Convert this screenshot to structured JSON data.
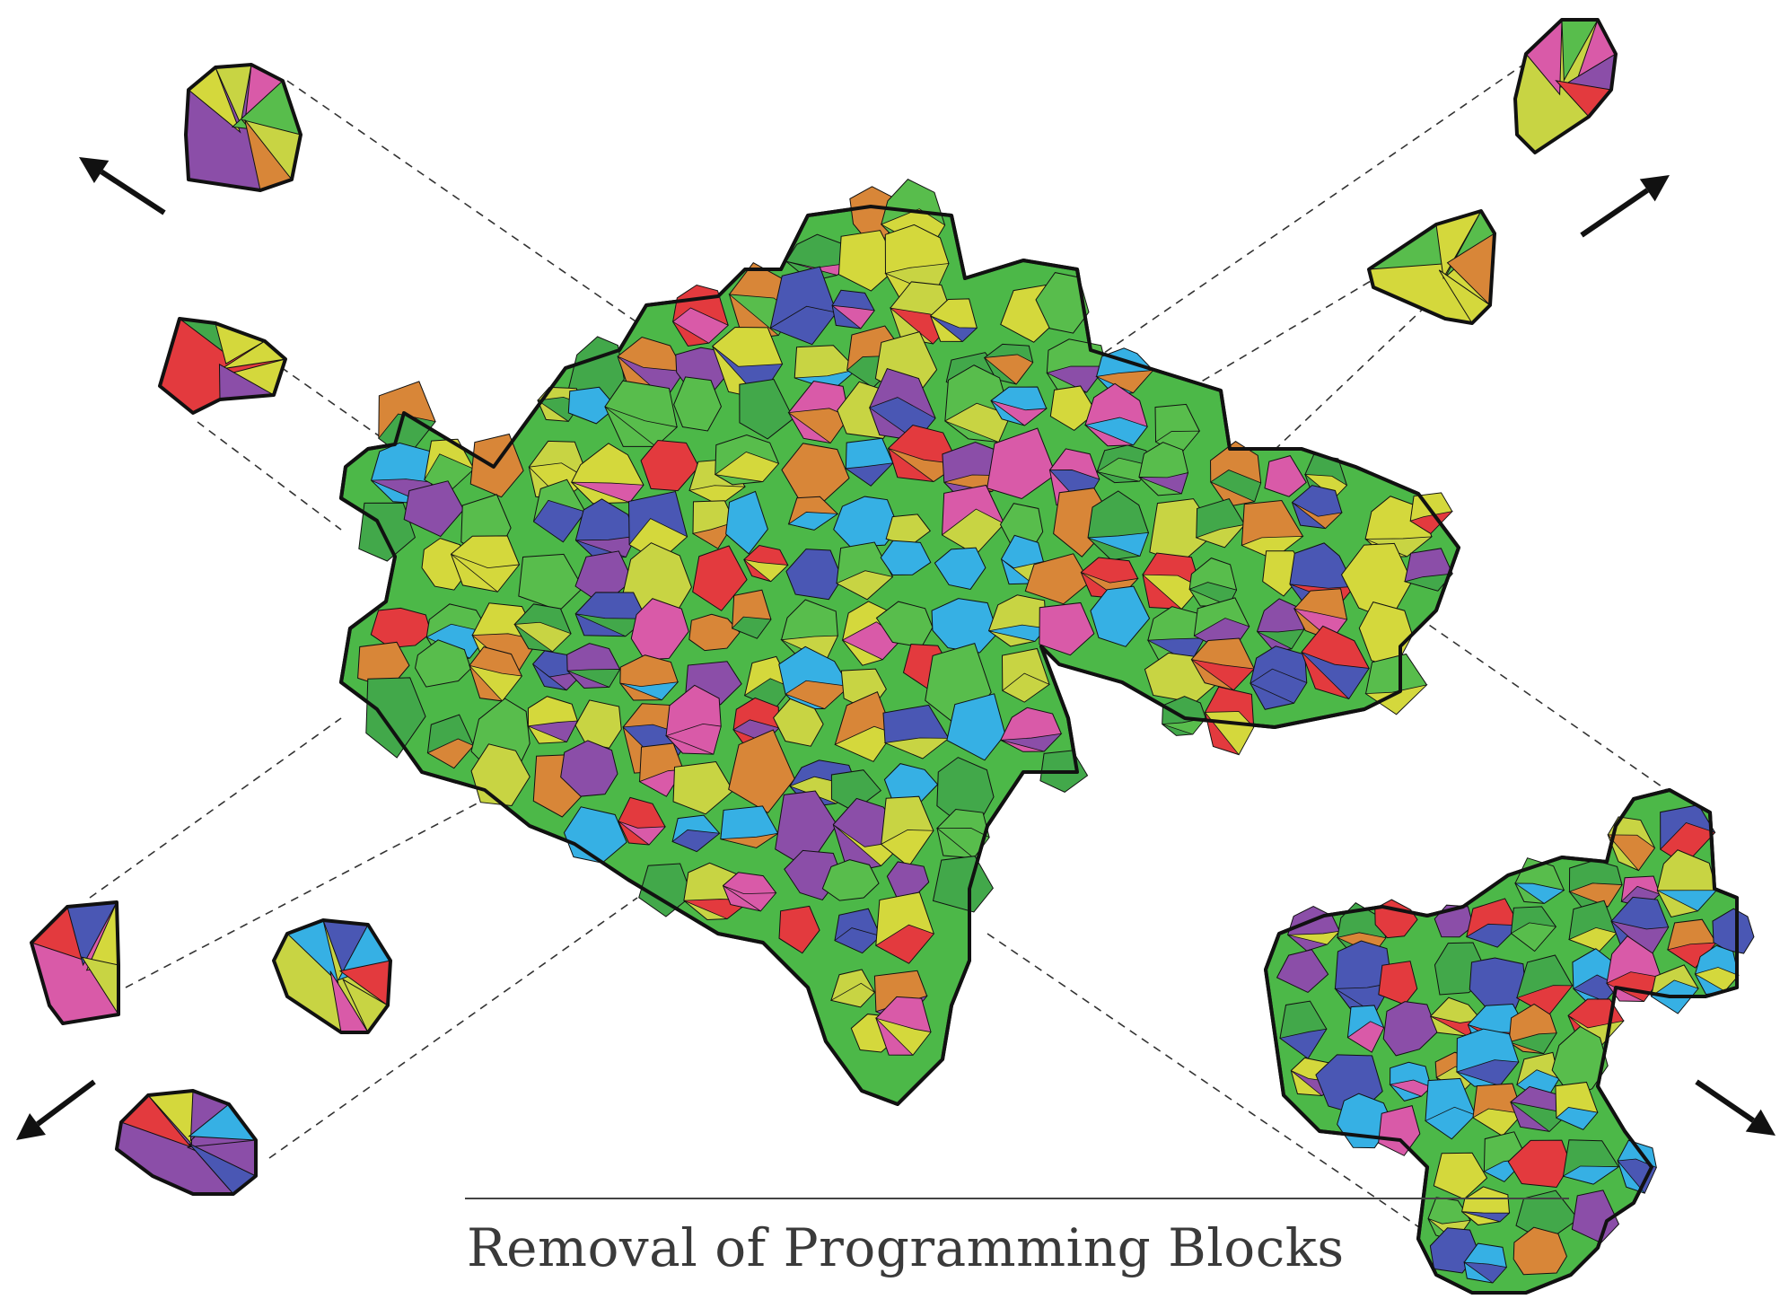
{
  "caption": "Removal of Programming Blocks",
  "palette": [
    "#e33a3e",
    "#d95aa8",
    "#42a84a",
    "#36b0e4",
    "#4a57b4",
    "#8b4ea8",
    "#d4d83c",
    "#d88638",
    "#58bd4c",
    "#c8d443"
  ],
  "colors": {
    "outline": "#111111",
    "guide": "#333333",
    "grout": "#4cb848"
  },
  "groups": [
    {
      "name": "main-cluster"
    },
    {
      "name": "fragment-top-left-1"
    },
    {
      "name": "fragment-top-left-2"
    },
    {
      "name": "fragment-top-right-1"
    },
    {
      "name": "fragment-top-right-2"
    },
    {
      "name": "fragment-bottom-left-1"
    },
    {
      "name": "fragment-bottom-left-2"
    },
    {
      "name": "fragment-bottom-left-3"
    },
    {
      "name": "cluster-bottom-right"
    }
  ]
}
